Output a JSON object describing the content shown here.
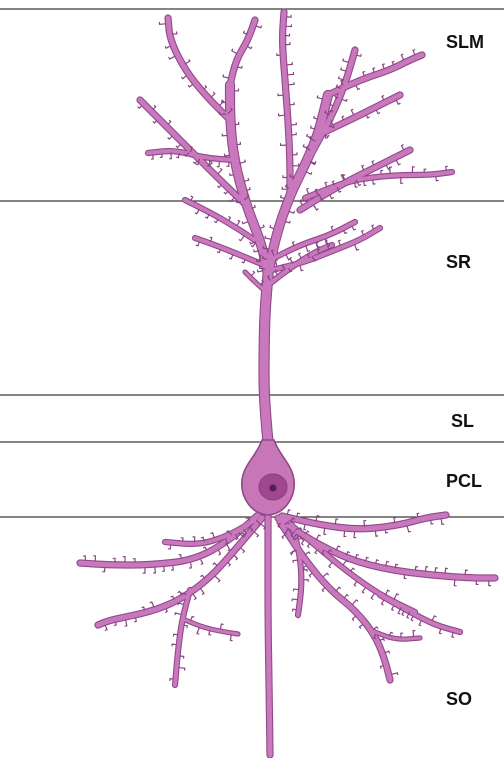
{
  "layers": [
    {
      "label": "SLM"
    },
    {
      "label": "SR"
    },
    {
      "label": "SL"
    },
    {
      "label": "PCL"
    },
    {
      "label": "SO"
    }
  ],
  "colors": {
    "dendrite_fill": "#c978bd",
    "dendrite_outline": "#8f4a88",
    "soma_fill": "#c777b8",
    "nucleus": "#a0488f",
    "nucleolus": "#5a1f52",
    "lines": "#3a3a3a"
  }
}
